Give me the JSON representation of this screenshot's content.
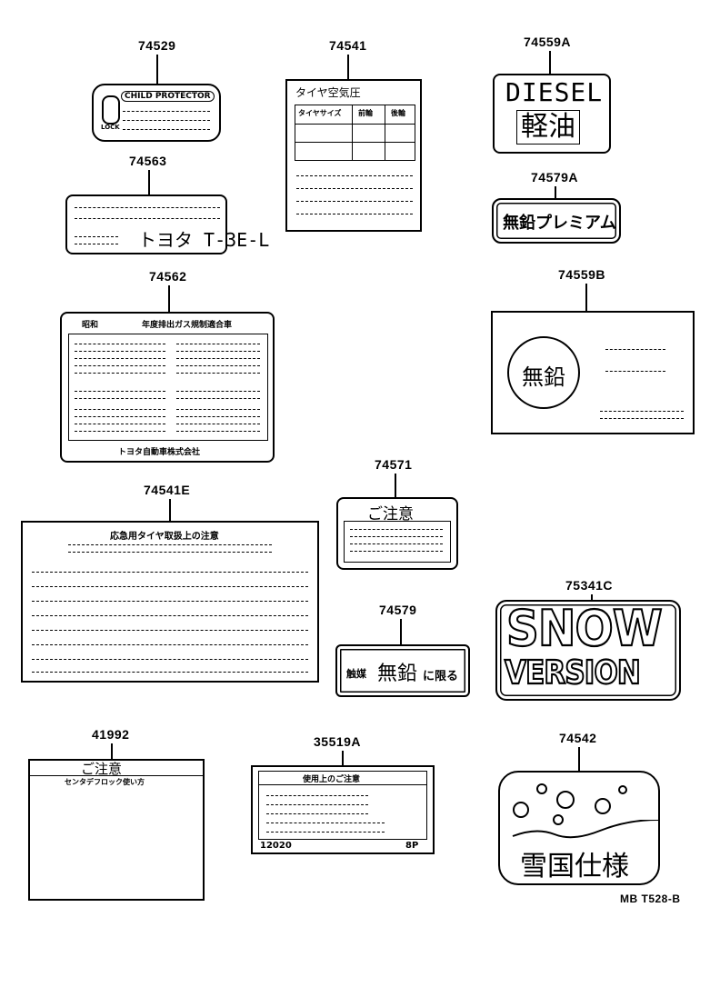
{
  "parts": {
    "p74529": {
      "number": "74529",
      "title": "CHILD PROTECTOR",
      "lock": "LOCK"
    },
    "p74541": {
      "number": "74541",
      "title": "タイヤ空気圧",
      "col1": "タイヤサイズ",
      "col2": "前輪",
      "col3": "後輪"
    },
    "p74559A": {
      "number": "74559A",
      "line1": "DIESEL",
      "line2": "軽油"
    },
    "p74563": {
      "number": "74563",
      "code": "トヨタ T-3E-L"
    },
    "p74579A": {
      "number": "74579A",
      "text": "無鉛プレミアム"
    },
    "p74562": {
      "number": "74562",
      "left": "昭和",
      "right": "年度排出ガス規制適合車",
      "footer": "トヨタ自動車株式会社"
    },
    "p74559B": {
      "number": "74559B",
      "circle": "無鉛"
    },
    "p74571": {
      "number": "74571",
      "title": "ご注意"
    },
    "p74541E": {
      "number": "74541E",
      "title": "応急用タイヤ取扱上の注意"
    },
    "p75341C": {
      "number": "75341C",
      "line1": "SNOW",
      "line2": "VERSION"
    },
    "p74579": {
      "number": "74579",
      "small": "触媒",
      "big": "無鉛",
      "tail": "に限る"
    },
    "p41992": {
      "number": "41992",
      "title": "ご注意",
      "subtitle": "センタデフロック使い方"
    },
    "p35519A": {
      "number": "35519A",
      "title": "使用上のご注意",
      "left": "12020",
      "right": "8P"
    },
    "p74542": {
      "number": "74542",
      "text": "雪国仕様"
    }
  },
  "footer": {
    "code": "MB T528-B"
  }
}
